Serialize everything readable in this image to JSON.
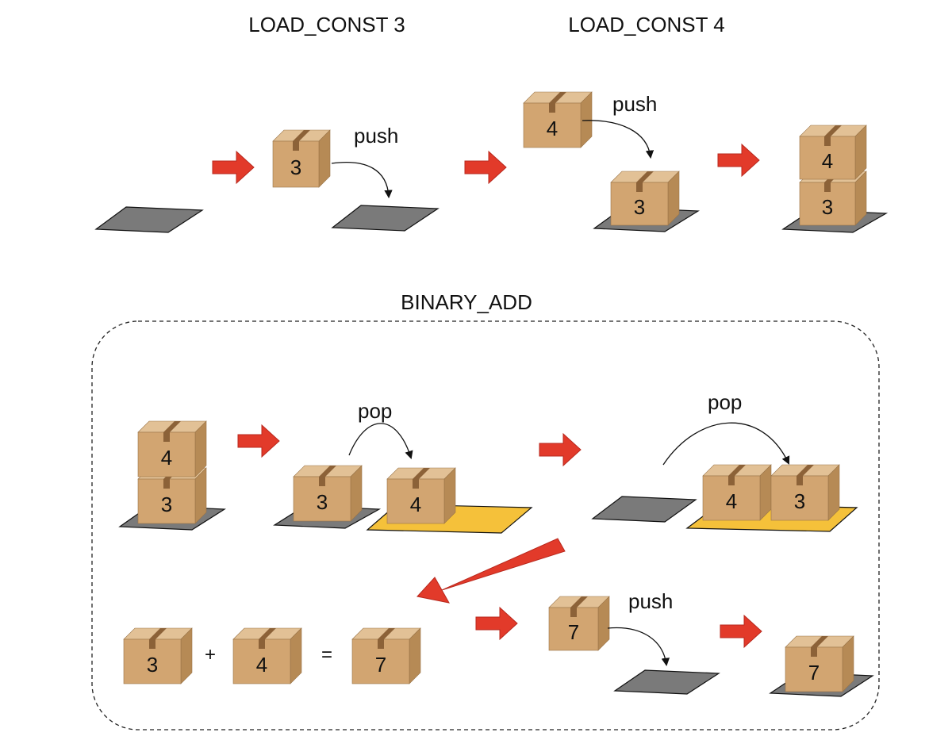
{
  "titles": {
    "load_const_3": "LOAD_CONST 3",
    "load_const_4": "LOAD_CONST 4",
    "binary_add": "BINARY_ADD"
  },
  "verbs": {
    "push": "push",
    "pop": "pop"
  },
  "values": {
    "three": "3",
    "four": "4",
    "seven": "7"
  },
  "operators": {
    "plus": "+",
    "equals": "="
  },
  "colors": {
    "box_front": "#d2a571",
    "box_top": "#e2c196",
    "box_side": "#b68a55",
    "tape": "#8c6238",
    "platform_gray": "#7a7a7a",
    "platform_yellow": "#f5c13a",
    "arrow_red": "#e23a2a"
  }
}
